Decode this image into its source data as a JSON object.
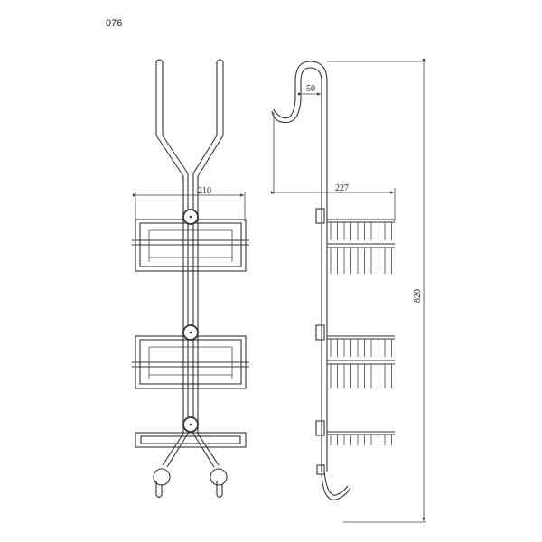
{
  "drawing": {
    "code": "076",
    "dimensions": {
      "width": "210",
      "hook_gap": "50",
      "depth": "227",
      "height": "820"
    }
  }
}
